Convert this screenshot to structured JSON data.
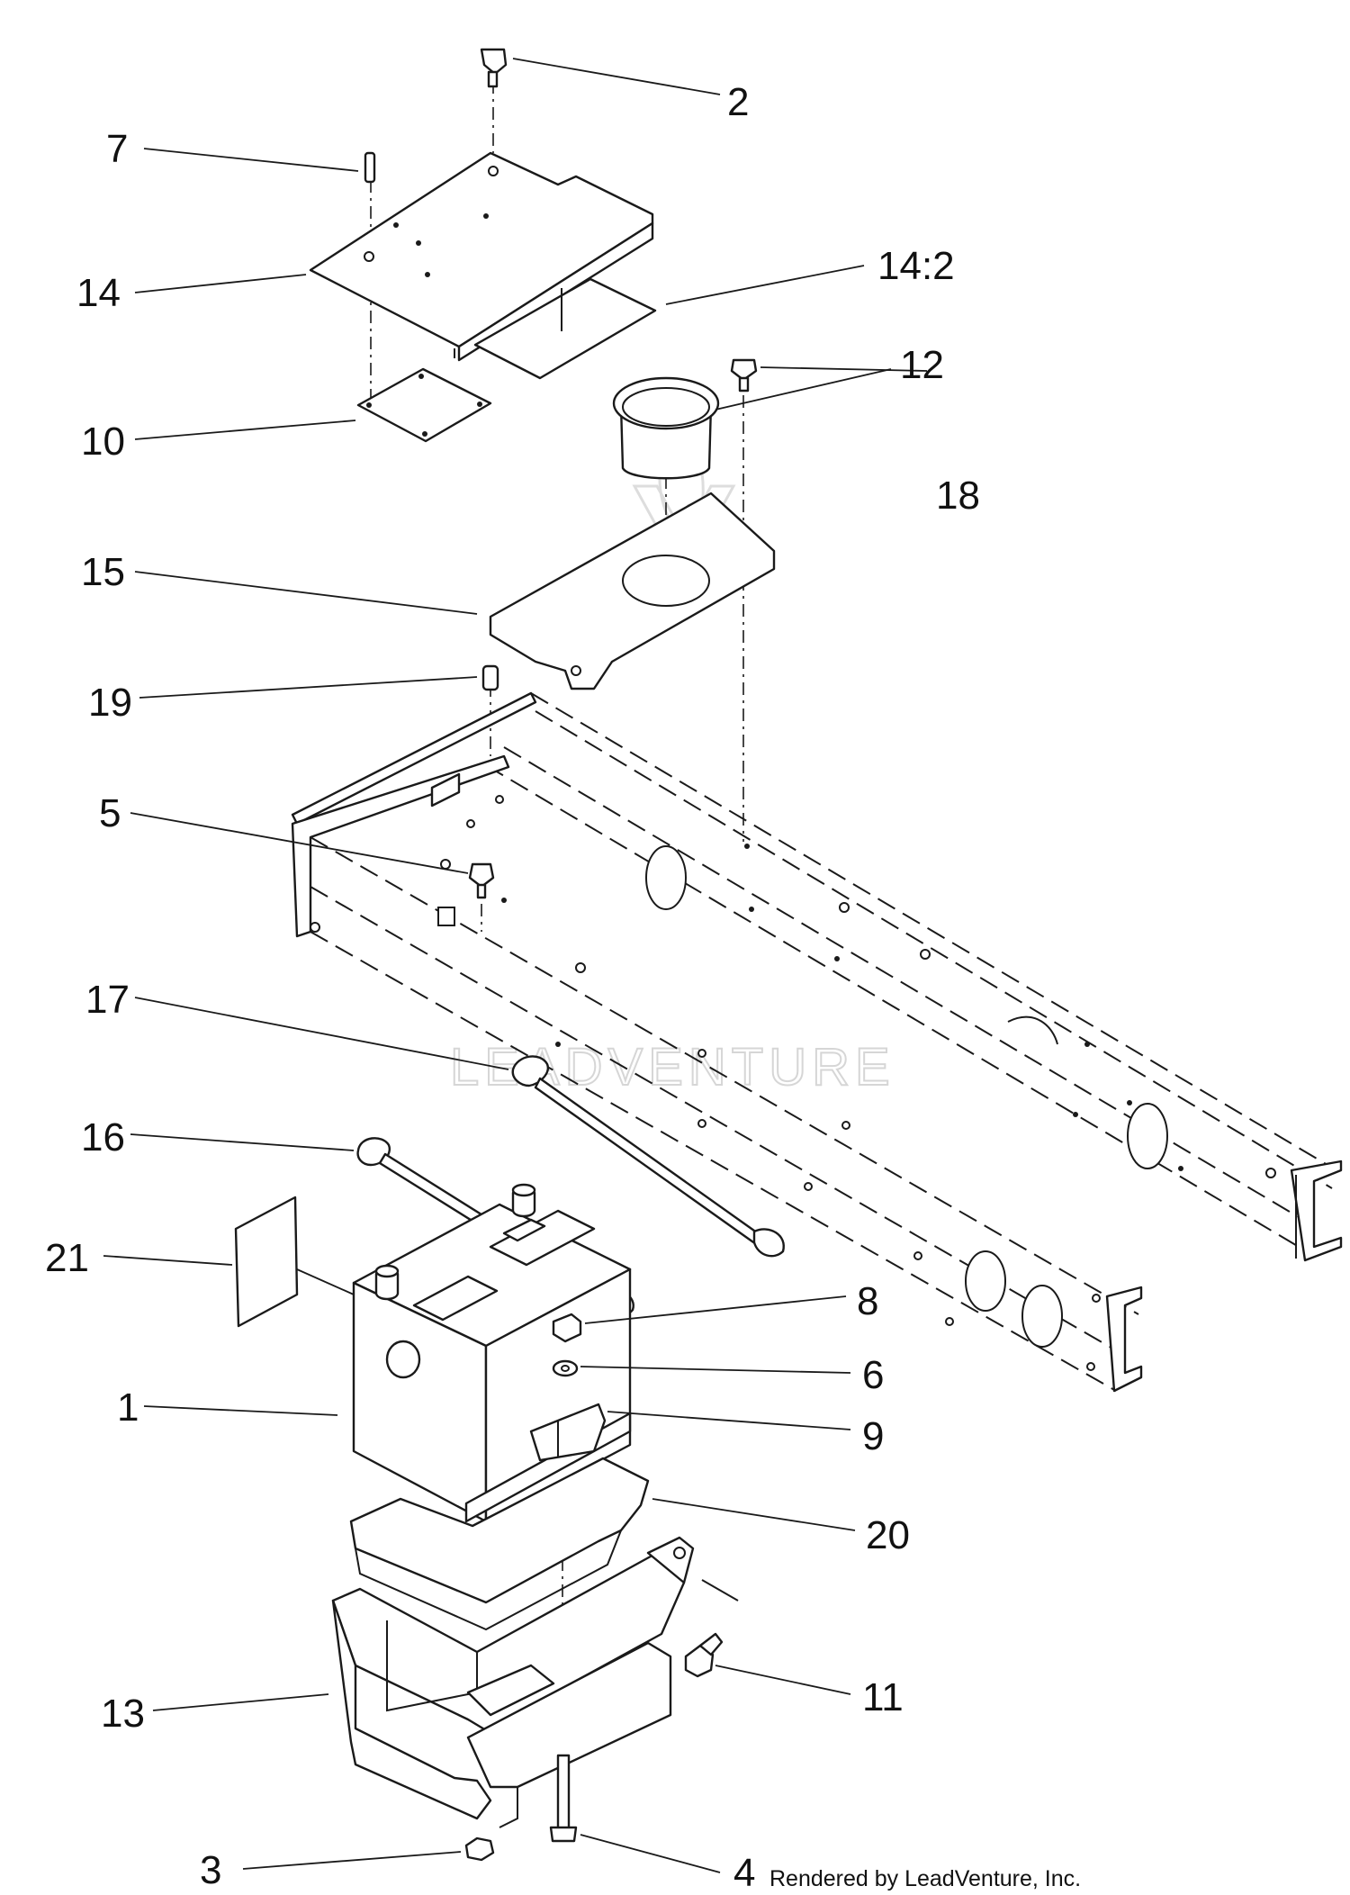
{
  "callouts": [
    {
      "id": "c2",
      "label": "2"
    },
    {
      "id": "c7",
      "label": "7"
    },
    {
      "id": "c14",
      "label": "14"
    },
    {
      "id": "c14-2",
      "label": "14:2"
    },
    {
      "id": "c12",
      "label": "12"
    },
    {
      "id": "c10",
      "label": "10"
    },
    {
      "id": "c18",
      "label": "18"
    },
    {
      "id": "c15",
      "label": "15"
    },
    {
      "id": "c19",
      "label": "19"
    },
    {
      "id": "c5",
      "label": "5"
    },
    {
      "id": "c17",
      "label": "17"
    },
    {
      "id": "c16",
      "label": "16"
    },
    {
      "id": "c21",
      "label": "21"
    },
    {
      "id": "c8",
      "label": "8"
    },
    {
      "id": "c6",
      "label": "6"
    },
    {
      "id": "c1",
      "label": "1"
    },
    {
      "id": "c9",
      "label": "9"
    },
    {
      "id": "c20",
      "label": "20"
    },
    {
      "id": "c13",
      "label": "13"
    },
    {
      "id": "c11",
      "label": "11"
    },
    {
      "id": "c3",
      "label": "3"
    },
    {
      "id": "c4",
      "label": "4"
    }
  ],
  "credit": "Rendered by LeadVenture, Inc.",
  "watermark": "LEADVENTURE",
  "colors": {
    "line": "#1a1a1a",
    "background": "#ffffff",
    "watermark": "#d6d6d6"
  }
}
